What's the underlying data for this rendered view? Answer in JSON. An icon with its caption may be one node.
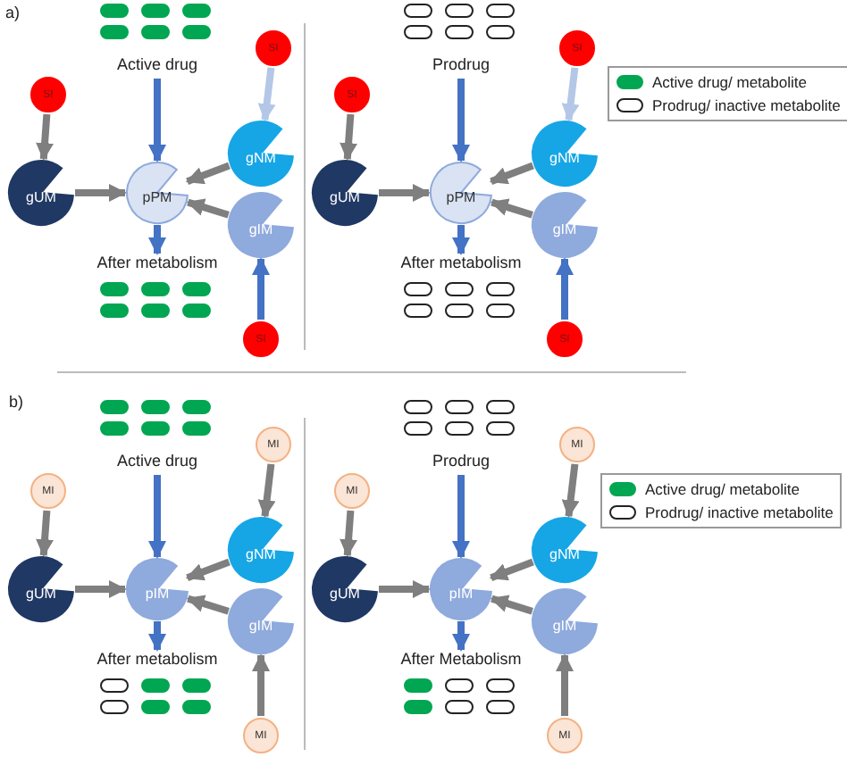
{
  "diagram": {
    "nodes": [
      {
        "text": [
          "Active drug"
        ]
      },
      {
        "text": [
          "SI"
        ]
      },
      {
        "text": [
          "SI"
        ]
      },
      {
        "text": [
          "gUM"
        ]
      },
      {
        "text": [
          "pPM"
        ]
      },
      {
        "text": [
          "gNM"
        ]
      },
      {
        "text": [
          "gIM"
        ]
      },
      {
        "text": [
          "After metabolism"
        ]
      },
      {
        "text": [
          "SI"
        ]
      },
      {
        "text": [
          "Prodrug"
        ]
      },
      {
        "text": [
          "SI"
        ]
      },
      {
        "text": [
          "SI"
        ]
      },
      {
        "text": [
          "gUM"
        ]
      },
      {
        "text": [
          "pPM"
        ]
      },
      {
        "text": [
          "gNM"
        ]
      },
      {
        "text": [
          "gIM"
        ]
      },
      {
        "text": [
          "After metabolism"
        ]
      },
      {
        "text": [
          "SI"
        ]
      },
      {
        "text": [
          "Active drug"
        ]
      },
      {
        "text": [
          "MI"
        ]
      },
      {
        "text": [
          "MI"
        ]
      },
      {
        "text": [
          "gUM"
        ]
      },
      {
        "text": [
          "pIM"
        ]
      },
      {
        "text": [
          "gNM"
        ]
      },
      {
        "text": [
          "gIM"
        ]
      },
      {
        "text": [
          "After metabolism"
        ]
      },
      {
        "text": [
          "MI"
        ]
      },
      {
        "text": [
          "Prodrug"
        ]
      },
      {
        "text": [
          "MI"
        ]
      },
      {
        "text": [
          "MI"
        ]
      },
      {
        "text": [
          "gUM"
        ]
      },
      {
        "text": [
          "pIM"
        ]
      },
      {
        "text": [
          "gNM"
        ]
      },
      {
        "text": [
          "gIM"
        ]
      },
      {
        "text": [
          "After Metabolism"
        ]
      },
      {
        "text": [
          "MI"
        ]
      }
    ],
    "edges": [
      {
        "from": 0,
        "to": 4,
        "arrow": "to",
        "color": "#4472c4"
      },
      {
        "from": 1,
        "to": 3,
        "arrow": "to"
      },
      {
        "from": 2,
        "to": 5,
        "arrow": "to",
        "color": "#b4c7e7"
      },
      {
        "from": 3,
        "to": 4,
        "arrow": "to"
      },
      {
        "from": 5,
        "to": 4,
        "arrow": "to"
      },
      {
        "from": 6,
        "to": 4,
        "arrow": "to"
      },
      {
        "from": 4,
        "to": 7,
        "arrow": "to",
        "color": "#4472c4"
      },
      {
        "from": 8,
        "to": 6,
        "arrow": "to",
        "color": "#4472c4"
      },
      {
        "from": 9,
        "to": 13,
        "arrow": "to",
        "color": "#4472c4"
      },
      {
        "from": 10,
        "to": 12,
        "arrow": "to"
      },
      {
        "from": 11,
        "to": 14,
        "arrow": "to",
        "color": "#b4c7e7"
      },
      {
        "from": 12,
        "to": 13,
        "arrow": "to"
      },
      {
        "from": 14,
        "to": 13,
        "arrow": "to"
      },
      {
        "from": 15,
        "to": 13,
        "arrow": "to"
      },
      {
        "from": 13,
        "to": 16,
        "arrow": "to",
        "color": "#4472c4"
      },
      {
        "from": 17,
        "to": 15,
        "arrow": "to",
        "color": "#4472c4"
      },
      {
        "from": 18,
        "to": 22,
        "arrow": "to",
        "color": "#4472c4"
      },
      {
        "from": 19,
        "to": 21,
        "arrow": "to"
      },
      {
        "from": 20,
        "to": 23,
        "arrow": "to"
      },
      {
        "from": 21,
        "to": 22,
        "arrow": "to"
      },
      {
        "from": 23,
        "to": 22,
        "arrow": "to"
      },
      {
        "from": 24,
        "to": 22,
        "arrow": "to"
      },
      {
        "from": 22,
        "to": 25,
        "arrow": "to",
        "color": "#4472c4"
      },
      {
        "from": 26,
        "to": 24,
        "arrow": "to"
      },
      {
        "from": 27,
        "to": 31,
        "arrow": "to",
        "color": "#4472c4"
      },
      {
        "from": 28,
        "to": 30,
        "arrow": "to"
      },
      {
        "from": 29,
        "to": 32,
        "arrow": "to"
      },
      {
        "from": 30,
        "to": 31,
        "arrow": "to"
      },
      {
        "from": 32,
        "to": 31,
        "arrow": "to"
      },
      {
        "from": 33,
        "to": 31,
        "arrow": "to"
      },
      {
        "from": 31,
        "to": 34,
        "arrow": "to",
        "color": "#4472c4"
      },
      {
        "from": 35,
        "to": 33,
        "arrow": "to"
      }
    ],
    "labels": [
      "a)",
      "b)"
    ],
    "legend": [
      {
        "text": "Active drug/ metabolite",
        "color": "#00a651"
      },
      {
        "text": "Prodrug/ inactive metabolite"
      },
      {
        "text": "Active drug/ metabolite",
        "color": "#00a651"
      },
      {
        "text": "Prodrug/ inactive metabolite"
      }
    ]
  }
}
